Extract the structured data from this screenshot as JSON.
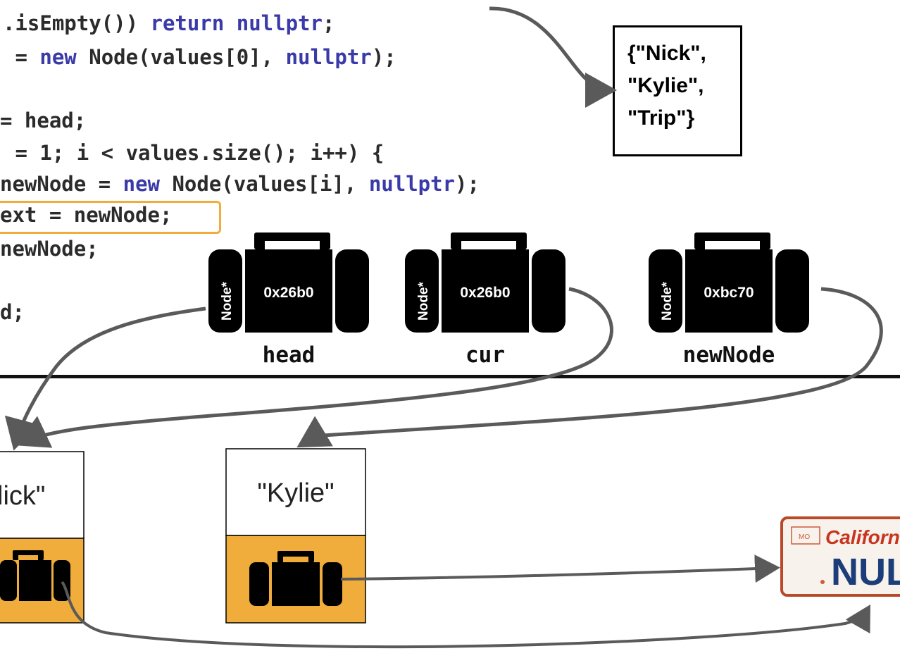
{
  "code": {
    "line0_frag": ".isEmpty()) ",
    "line0_kw1": "return",
    "line0_sp": " ",
    "line0_kw2": "nullptr",
    "line0_end": ";",
    "line1_pre": " = ",
    "line1_kw1": "new",
    "line1_mid": " Node(values[0], ",
    "line1_kw2": "nullptr",
    "line1_end": ");",
    "line2": "= head;",
    "line3": " = 1; i < values.size(); i++) {",
    "line4_pre": "newNode = ",
    "line4_kw1": "new",
    "line4_mid": " Node(values[i], ",
    "line4_kw2": "nullptr",
    "line4_end": ");",
    "line5": "ext = newNode;",
    "line6": "newNode;",
    "line7": "d;"
  },
  "values_box": {
    "line1": "{\"Nick\",",
    "line2": "\"Kylie\",",
    "line3": "\"Trip\"}"
  },
  "variables": [
    {
      "name": "head",
      "type": "Node*",
      "address": "0x26b0"
    },
    {
      "name": "cur",
      "type": "Node*",
      "address": "0x26b0"
    },
    {
      "name": "newNode",
      "type": "Node*",
      "address": "0xbc70"
    }
  ],
  "nodes": [
    {
      "value": "lick\""
    },
    {
      "value": "\"Kylie\""
    }
  ],
  "license_plate": {
    "state": "Californ",
    "tag": "MO",
    "text": "NUL"
  },
  "colors": {
    "highlight": "#f0ad3b",
    "node_next": "#f0ad3b",
    "keyword": "#3a3aa8",
    "arrow": "#5a5a5a"
  }
}
